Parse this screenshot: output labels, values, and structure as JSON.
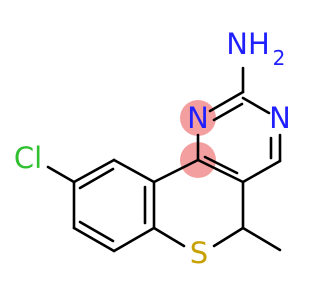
{
  "molecule": {
    "atoms": {
      "amine": {
        "symbol": "NH",
        "subscript": "2"
      },
      "ring_n1": {
        "symbol": "N"
      },
      "ring_n3": {
        "symbol": "N"
      },
      "chlorine": {
        "symbol": "Cl"
      },
      "sulfur": {
        "symbol": "S"
      }
    }
  },
  "colors": {
    "bond": "#000000",
    "chlorine": "#2fbf2f",
    "nitrogen": "#1f1fff",
    "sulfur": "#c8a000",
    "highlight": "#f39595"
  }
}
